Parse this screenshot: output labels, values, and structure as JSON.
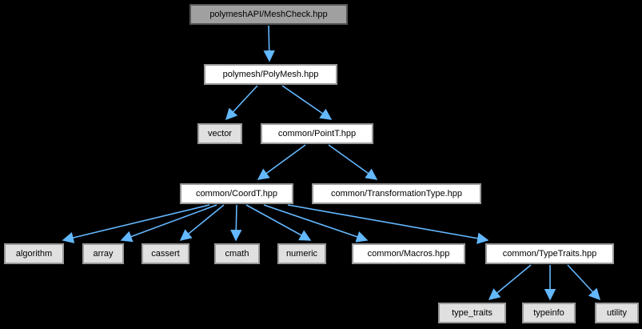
{
  "graph": {
    "title": "Include dependency graph for polymeshAPI/MeshCheck.hpp",
    "background_color": "#000000",
    "edge_color": "#63b8ff",
    "root_fill_color": "#a0a0a0",
    "file_fill_color": "#ffffff",
    "system_fill_color": "#e0e0e0",
    "nodes": [
      {
        "id": "meshcheck",
        "label": "polymeshAPI/MeshCheck.hpp",
        "kind": "root"
      },
      {
        "id": "polymesh",
        "label": "polymesh/PolyMesh.hpp",
        "kind": "file"
      },
      {
        "id": "vector",
        "label": "vector",
        "kind": "system"
      },
      {
        "id": "pointt",
        "label": "common/PointT.hpp",
        "kind": "file"
      },
      {
        "id": "coordt",
        "label": "common/CoordT.hpp",
        "kind": "file"
      },
      {
        "id": "transformationtype",
        "label": "common/TransformationType.hpp",
        "kind": "file"
      },
      {
        "id": "algorithm",
        "label": "algorithm",
        "kind": "system"
      },
      {
        "id": "array",
        "label": "array",
        "kind": "system"
      },
      {
        "id": "cassert",
        "label": "cassert",
        "kind": "system"
      },
      {
        "id": "cmath",
        "label": "cmath",
        "kind": "system"
      },
      {
        "id": "numeric",
        "label": "numeric",
        "kind": "system"
      },
      {
        "id": "macros",
        "label": "common/Macros.hpp",
        "kind": "file"
      },
      {
        "id": "typetraits",
        "label": "common/TypeTraits.hpp",
        "kind": "file"
      },
      {
        "id": "type_traits",
        "label": "type_traits",
        "kind": "system"
      },
      {
        "id": "typeinfo",
        "label": "typeinfo",
        "kind": "system"
      },
      {
        "id": "utility",
        "label": "utility",
        "kind": "system"
      }
    ],
    "edges": [
      {
        "from": "meshcheck",
        "to": "polymesh"
      },
      {
        "from": "polymesh",
        "to": "vector"
      },
      {
        "from": "polymesh",
        "to": "pointt"
      },
      {
        "from": "pointt",
        "to": "coordt"
      },
      {
        "from": "pointt",
        "to": "transformationtype"
      },
      {
        "from": "coordt",
        "to": "algorithm"
      },
      {
        "from": "coordt",
        "to": "array"
      },
      {
        "from": "coordt",
        "to": "cassert"
      },
      {
        "from": "coordt",
        "to": "cmath"
      },
      {
        "from": "coordt",
        "to": "numeric"
      },
      {
        "from": "coordt",
        "to": "macros"
      },
      {
        "from": "coordt",
        "to": "typetraits"
      },
      {
        "from": "typetraits",
        "to": "type_traits"
      },
      {
        "from": "typetraits",
        "to": "typeinfo"
      },
      {
        "from": "typetraits",
        "to": "utility"
      }
    ]
  }
}
